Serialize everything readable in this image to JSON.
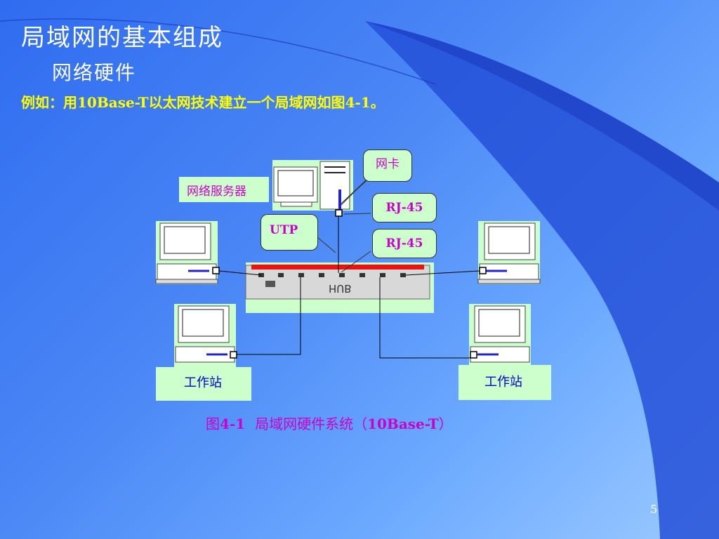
{
  "slide": {
    "title": "局域网的基本组成",
    "subtitle": "网络硬件",
    "example_prefix": "例如：用",
    "example_bold1": "10Base-T",
    "example_mid": "以太网技术建立一个局域网如图",
    "example_bold2": "4-1",
    "example_suffix": "。",
    "page_number": "5"
  },
  "diagram": {
    "server_label": "网络服务器",
    "nic_label": "网卡",
    "rj45_top": "RJ-45",
    "rj45_bottom": "RJ-45",
    "utp_label": "UTP",
    "hub_label": "HUB",
    "workstation_left": "工作站",
    "workstation_right": "工作站",
    "caption_prefix": "图",
    "caption_num": "4-1",
    "caption_text": "局域网硬件系统（",
    "caption_bold": "10Base-T",
    "caption_suffix": "）"
  },
  "colors": {
    "title": "#ffffff",
    "example": "#ffff00",
    "label": "#cc00cc",
    "box_bg": "#ccffcc",
    "hub_bar": "#ee1111"
  }
}
